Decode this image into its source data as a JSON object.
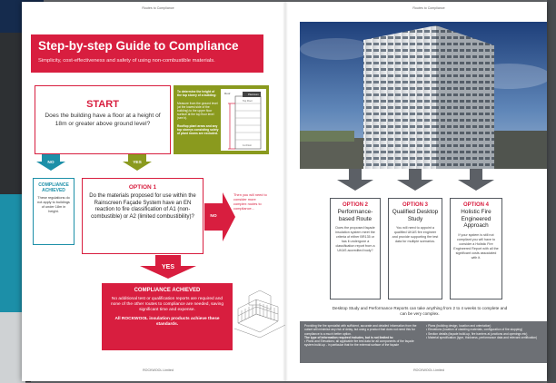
{
  "page": {
    "header_left": "Routes to Compliance",
    "header_right": "Routes to Compliance",
    "footer_left": "ROCKWOOL Limited",
    "footer_right": "ROCKWOOL Limited"
  },
  "title": {
    "heading": "Step-by-step Guide to Compliance",
    "subheading": "Simplicity, cost-effectiveness and safety of using non-combustible materials."
  },
  "start": {
    "title": "START",
    "question": "Does the building have a floor at a height of 18m or greater above ground level?"
  },
  "height_note": {
    "heading": "To determine the height of the top storey of a building:",
    "body": "Measure from the ground level (at the lowest side of the building) to the upper floor surface at the top floor level (see b).",
    "rooftop": "Rooftop plant areas and any top storeys consisting solely of plant rooms are excluded.",
    "diagram_labels": [
      "Roof",
      "Plantroom",
      "Top Floor",
      "1st Floor"
    ]
  },
  "no_branch": {
    "arrow_label": "NO",
    "heading": "COMPLIANCE ACHIEVED",
    "body": "These regulations do not apply to buildings of under 18m in height."
  },
  "yes_branch_1": {
    "arrow_label": "YES"
  },
  "option1": {
    "label": "OPTION 1",
    "question": "Do the materials proposed for use within the Rainscreen Façade System have an EN reaction to fire classification of A1 (non-combustible) or A2 (limited combustibility)?"
  },
  "no_branch_2": {
    "arrow_label": "NO",
    "text": "Then you will need to consider more complex routes to compliance..."
  },
  "yes_branch_2": {
    "arrow_label": "YES"
  },
  "compliance_big": {
    "heading": "COMPLIANCE ACHIEVED",
    "body": "No additional test or qualification reports are required and none of the other routes to compliance are needed, saving significant time and expense.",
    "emphasis": "All ROCKWOOL insulation products achieve these standards."
  },
  "options": [
    {
      "label": "OPTION 2",
      "title": "Performance-based Route",
      "body": "Does the proposed façade insulation system meet the criteria of either BR135 or has it undergone a classification report from a UKAS accredited body?"
    },
    {
      "label": "OPTION 3",
      "title": "Qualified Desktop Study",
      "body": "You will need to appoint a qualified UKAS fire engineer and provide supporting fire test data for multiple scenarios."
    },
    {
      "label": "OPTION 4",
      "title": "Holistic Fire Engineered Approach",
      "body": "If your system is still not compliant you will have to consider a Holistic Fire Engineered Report with all the significant costs associated with it."
    }
  ],
  "duration": "Desktop Study and Performance Reports can take anything from 2 to 4 weeks to complete and can be very complex.",
  "info_panel": {
    "intro": "Providing the fire specialist with sufficient, accurate and detailed information from the outset will minimise any risk of delay, but using a product that does not need this for compliance is a much better option.",
    "list_heading": "The type of information required includes, but is not limited to:",
    "left_items": [
      "Plans and Elevations; all applicable fire test data for all components of the façade system build-up - in particular that for the external surface of the façade"
    ],
    "right_items": [
      "Plans (building design, location and orientation)",
      "Elevations (location of cladding materials, configuration of fire stopping)",
      "Section details (façade build-up, fire barriers at junctions and openings etc)",
      "Material specification (type, thickness, performance data and relevant certification)"
    ]
  },
  "colors": {
    "brand_red": "#d81e3f",
    "teal": "#1c8fa8",
    "olive": "#8a9a1e",
    "panel_gray": "#6d7075"
  }
}
